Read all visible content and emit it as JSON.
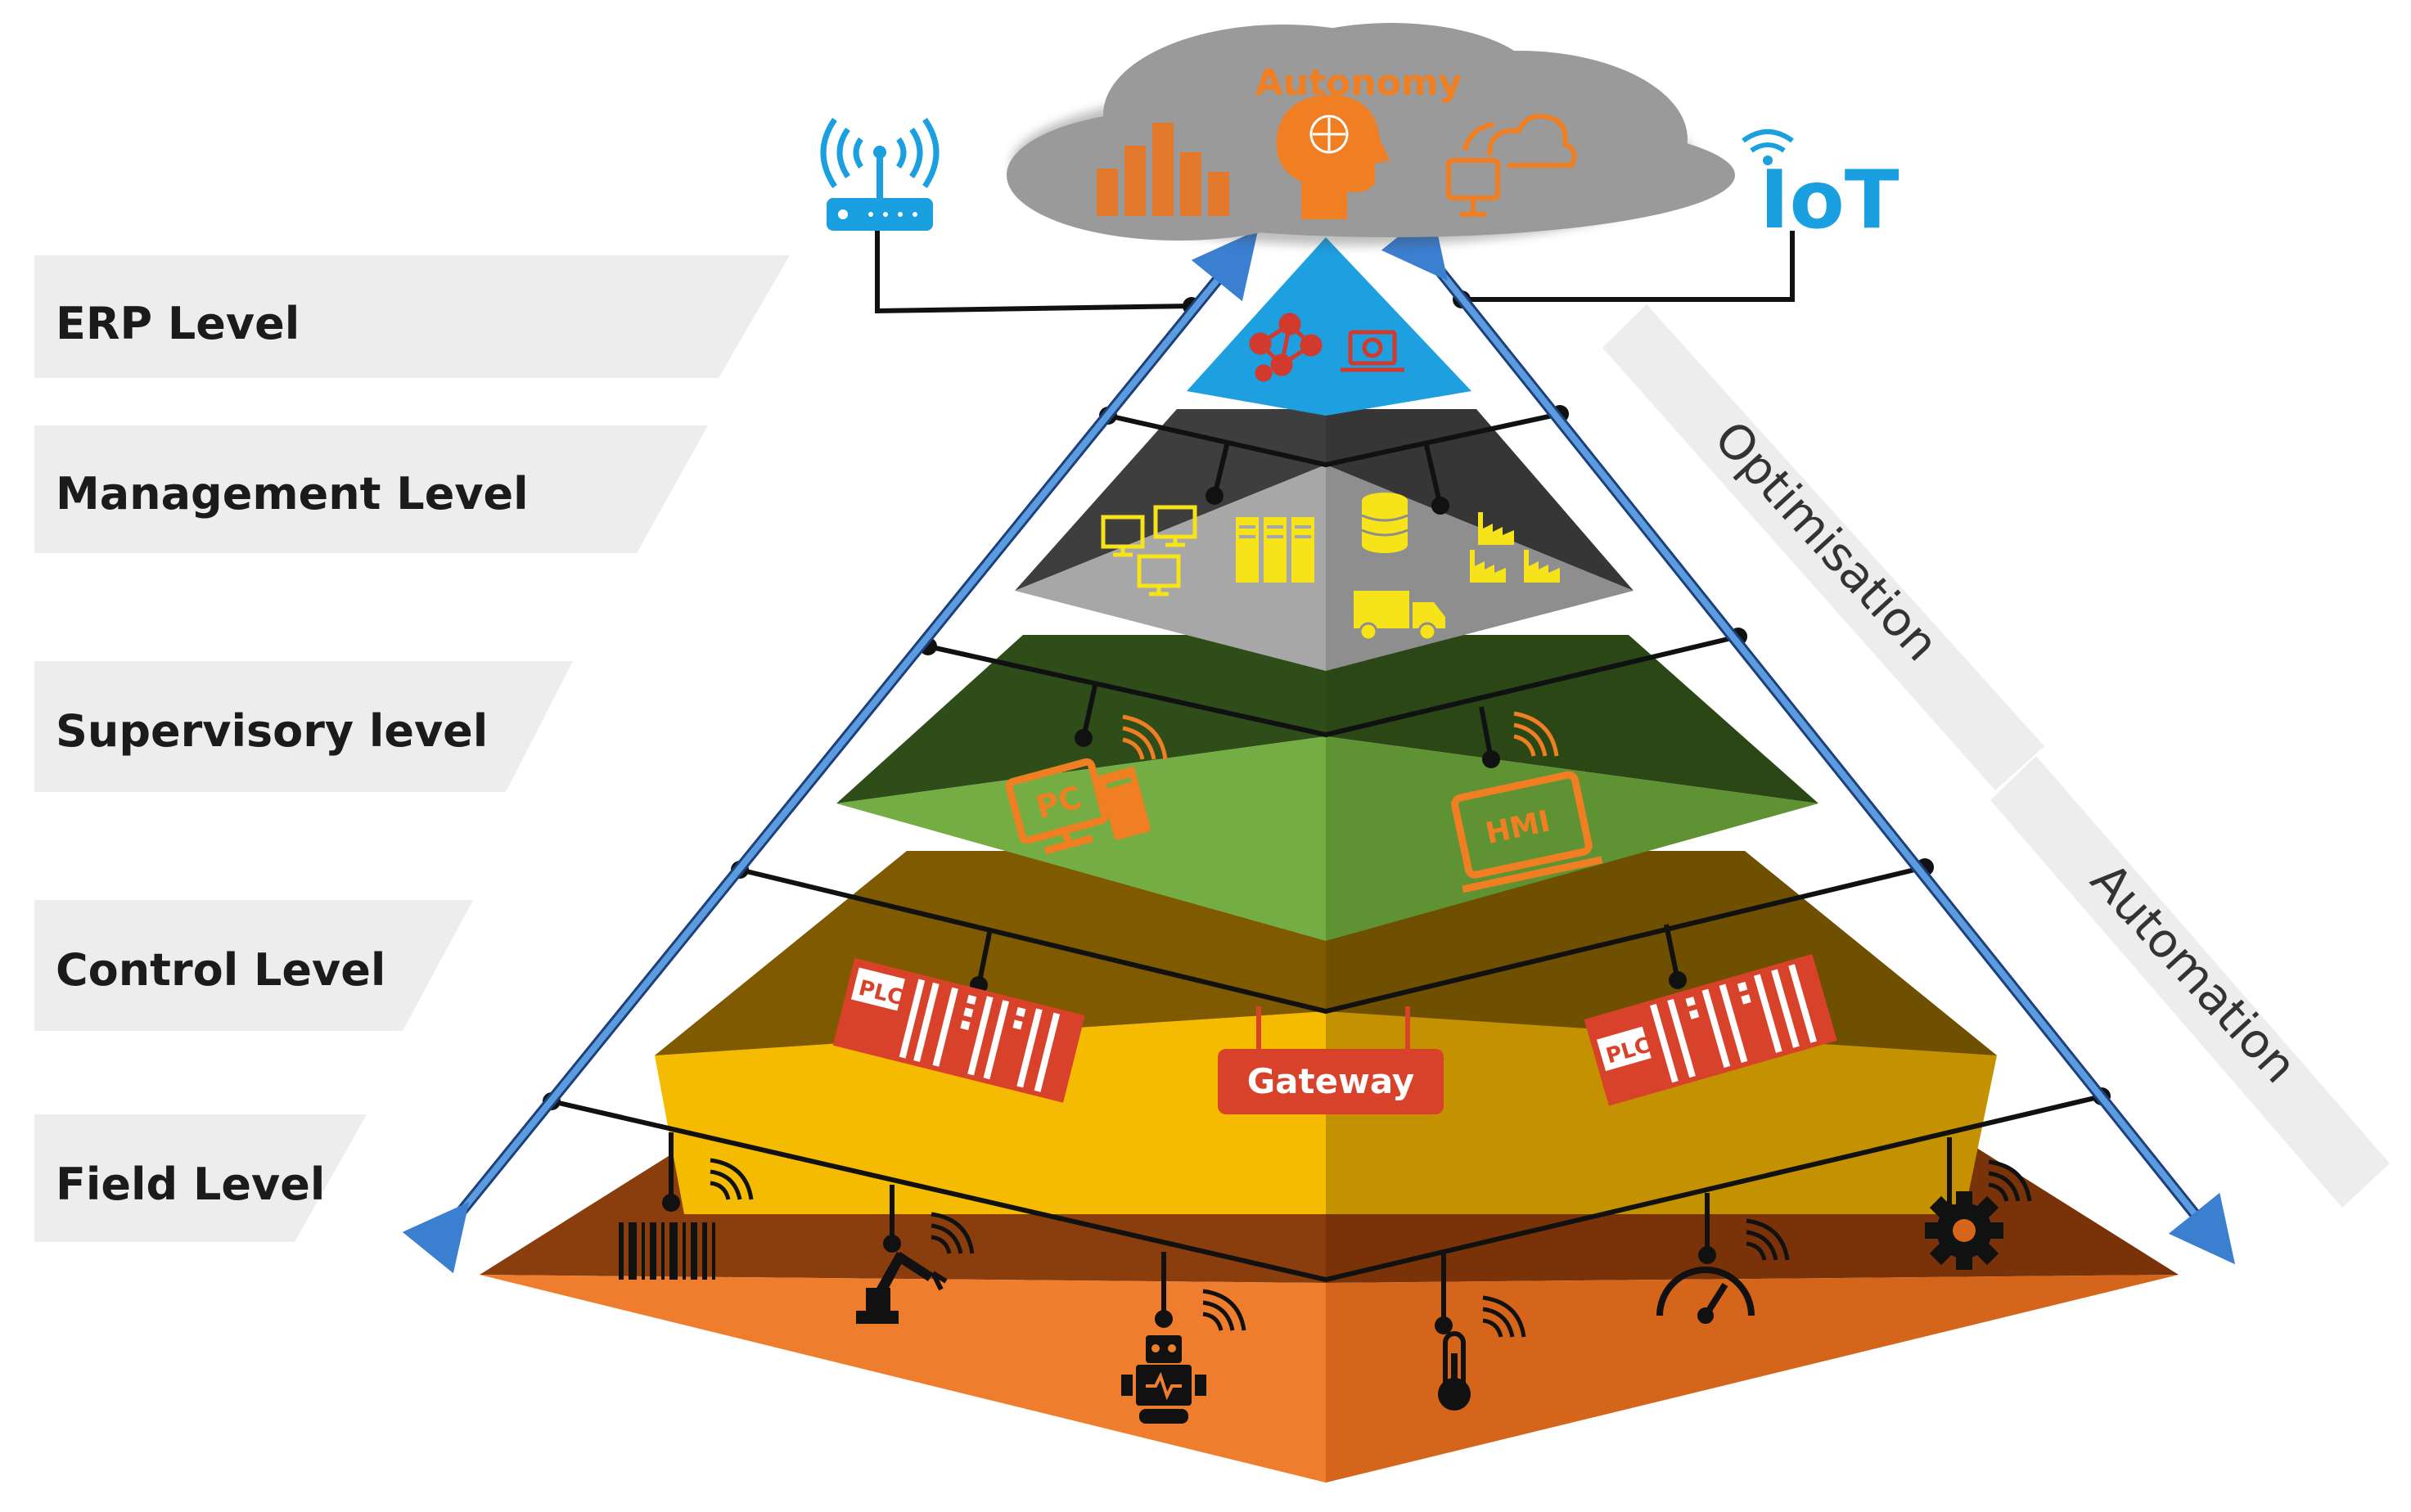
{
  "levels": [
    {
      "label": "ERP Level",
      "color": "#1e9fe0"
    },
    {
      "label": "Management Level",
      "color": "#8d8d8d"
    },
    {
      "label": "Supervisory level",
      "color": "#6aa43b"
    },
    {
      "label": "Control Level",
      "color": "#f4b400"
    },
    {
      "label": "Field Level",
      "color": "#e8782a"
    }
  ],
  "cloud": {
    "label": "Autonomy",
    "label_color": "#ef7f22",
    "color": "#9a9a9a"
  },
  "iot": {
    "label": "IoT",
    "color": "#1a9fe0"
  },
  "sides": {
    "optimisation": "Optimisation",
    "automation": "Automation"
  },
  "gateway": {
    "label": "Gateway",
    "color": "#d9422a"
  },
  "pc": {
    "label": "PC"
  },
  "hmi": {
    "label": "HMI"
  },
  "plc": {
    "label": "PLC"
  },
  "icon_names": [
    "router-icon",
    "bar-chart-icon",
    "brain-icon",
    "cloud-computer-icon",
    "network-icon",
    "laptop-icon",
    "computers-icon",
    "servers-icon",
    "database-icon",
    "factory-icon",
    "truck-icon",
    "pc-icon",
    "hmi-icon",
    "plc-icon",
    "barcode-icon",
    "robot-arm-icon",
    "robot-icon",
    "thermometer-icon",
    "gauge-icon",
    "gear-icon",
    "wifi-icon"
  ]
}
